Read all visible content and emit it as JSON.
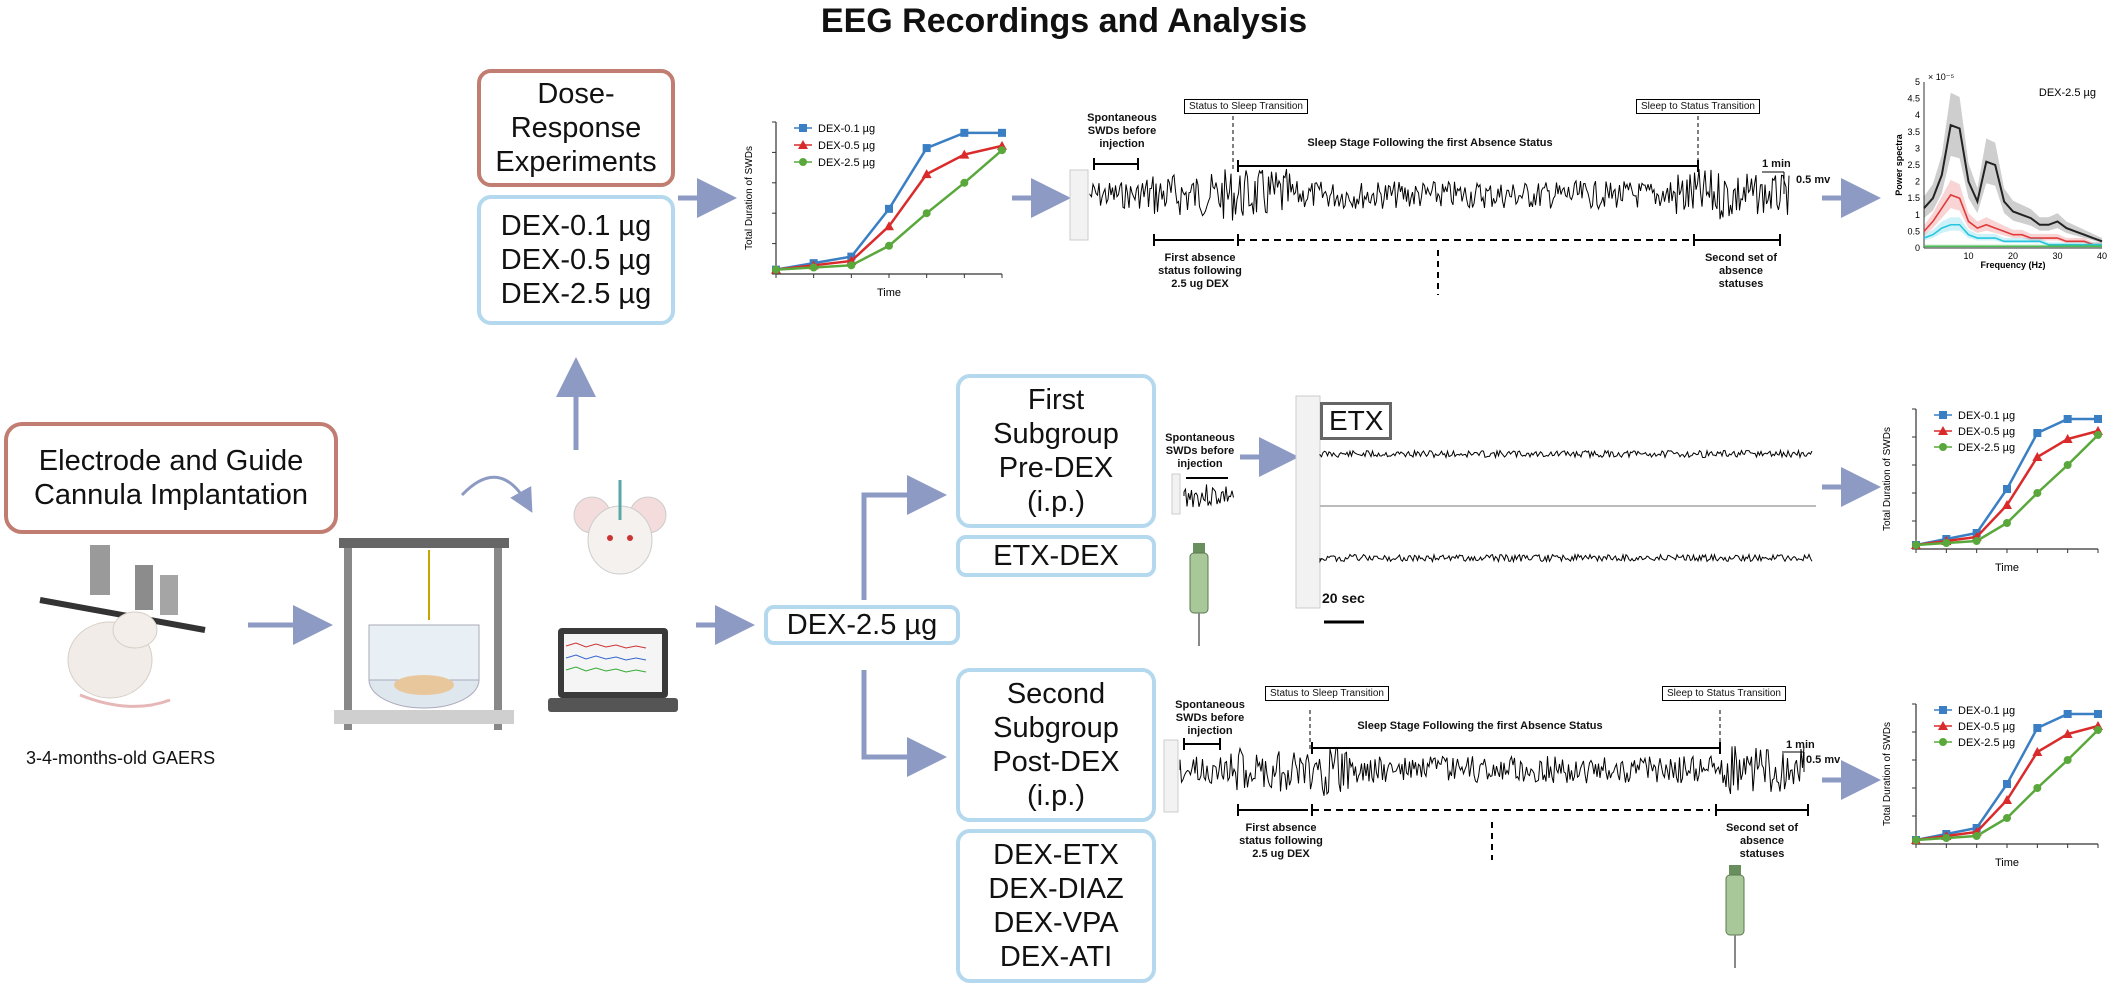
{
  "title": "EEG Recordings and Analysis",
  "colors": {
    "arrow": "#8d9bc4",
    "red_box": "#c27d73",
    "blue_box": "#b4d8ee",
    "series": [
      "#3a7fc4",
      "#d92b2b",
      "#5aa83c"
    ]
  },
  "left": {
    "implant_box": "Electrode and Guide Cannula Implantation",
    "animal_label": "3-4-months-old GAERS"
  },
  "dose_response": {
    "title_box": "Dose-Response Experiments",
    "doses": [
      "DEX-0.1 µg",
      "DEX-0.5 µg",
      "DEX-2.5 µg"
    ]
  },
  "center_box": "DEX-2.5 µg",
  "first_subgroup": {
    "box": "First Subgroup Pre-DEX (i.p.)",
    "sub": "ETX-DEX"
  },
  "second_subgroup": {
    "box": "Second Subgroup Post-DEX (i.p.)",
    "subs": [
      "DEX-ETX",
      "DEX-DIAZ",
      "DEX-VPA",
      "DEX-ATI"
    ]
  },
  "eeg_top": {
    "spont": "Spontaneous SWDs before injection",
    "status_sleep": "Status to Sleep Transition",
    "sleep_status": "Sleep to Status Transition",
    "sleep_stage": "Sleep Stage Following the first Absence Status",
    "scale_time": "1 min",
    "scale_volt": "0.5 mv",
    "first_absence": "First absence status following 2.5 ug DEX",
    "second_set": "Second set of absence statuses"
  },
  "eeg_mid": {
    "spont": "Spontaneous SWDs before injection",
    "etx": "ETX",
    "scale": "20 sec"
  },
  "eeg_bottom": {
    "spont": "Spontaneous SWDs before injection",
    "status_sleep": "Status to Sleep Transition",
    "sleep_status": "Sleep to Status Transition",
    "sleep_stage": "Sleep Stage Following the first Absence Status",
    "scale_time": "1 min",
    "scale_volt": "0.5 mv",
    "first_absence": "First absence status following 2.5 ug DEX",
    "second_set": "Second set of absence statuses"
  },
  "chart_data": [
    {
      "type": "line",
      "ylabel": "Total Duration of SWDs",
      "xlabel": "Time",
      "x": [
        1,
        2,
        3,
        4,
        5,
        6,
        7
      ],
      "series": [
        {
          "name": "DEX-0.1 µg",
          "values": [
            0.2,
            0.5,
            0.8,
            3.0,
            5.8,
            6.5,
            6.5
          ]
        },
        {
          "name": "DEX-0.5 µg",
          "values": [
            0.2,
            0.4,
            0.6,
            2.2,
            4.6,
            5.5,
            5.9
          ]
        },
        {
          "name": "DEX-2.5 µg",
          "values": [
            0.2,
            0.3,
            0.4,
            1.3,
            2.8,
            4.2,
            5.7
          ]
        }
      ],
      "ylim": [
        0,
        7
      ],
      "legend": "top-left"
    },
    {
      "type": "line",
      "ylabel": "Power spectra",
      "xlabel": "Frequency (Hz)",
      "title": "DEX-2.5 µg",
      "y_multiplier": "× 10⁻⁵",
      "xticks": [
        10,
        20,
        30,
        40
      ],
      "yticks": [
        "0",
        "0.5",
        "1",
        "1.5",
        "2",
        "2.5",
        "3",
        "3.5",
        "4",
        "4.5",
        "5"
      ],
      "x": [
        0,
        2,
        4,
        6,
        8,
        10,
        12,
        14,
        16,
        18,
        20,
        22,
        24,
        26,
        28,
        30,
        32,
        34,
        36,
        38,
        40
      ],
      "series": [
        {
          "color": "#222222",
          "values": [
            1.2,
            1.5,
            2.2,
            3.7,
            3.6,
            2.0,
            1.4,
            2.6,
            2.5,
            1.4,
            1.1,
            1.0,
            0.9,
            0.7,
            0.7,
            0.8,
            0.6,
            0.5,
            0.4,
            0.3,
            0.2
          ]
        },
        {
          "color": "#e03a3a",
          "values": [
            0.5,
            0.8,
            1.2,
            1.6,
            1.5,
            0.8,
            0.6,
            0.7,
            0.6,
            0.5,
            0.4,
            0.4,
            0.3,
            0.3,
            0.3,
            0.3,
            0.2,
            0.2,
            0.2,
            0.1,
            0.1
          ]
        },
        {
          "color": "#26c6e0",
          "values": [
            0.3,
            0.4,
            0.6,
            0.7,
            0.7,
            0.4,
            0.3,
            0.3,
            0.3,
            0.2,
            0.2,
            0.2,
            0.2,
            0.2,
            0.1,
            0.1,
            0.1,
            0.1,
            0.1,
            0.1,
            0.1
          ]
        },
        {
          "color": "#4cbb55",
          "values": [
            0.05,
            0.05,
            0.05,
            0.05,
            0.05,
            0.05,
            0.05,
            0.05,
            0.05,
            0.05,
            0.05,
            0.05,
            0.05,
            0.05,
            0.05,
            0.05,
            0.05,
            0.05,
            0.05,
            0.05,
            0.05
          ]
        }
      ],
      "xlim": [
        0,
        40
      ],
      "ylim": [
        0,
        5
      ]
    },
    {
      "type": "line",
      "ylabel": "Total Duration of SWDs",
      "xlabel": "Time",
      "x": [
        1,
        2,
        3,
        4,
        5,
        6,
        7
      ],
      "series": [
        {
          "name": "DEX-0.1 µg",
          "values": [
            0.2,
            0.5,
            0.8,
            3.0,
            5.8,
            6.5,
            6.5
          ]
        },
        {
          "name": "DEX-0.5 µg",
          "values": [
            0.2,
            0.4,
            0.6,
            2.2,
            4.6,
            5.5,
            5.9
          ]
        },
        {
          "name": "DEX-2.5 µg",
          "values": [
            0.2,
            0.3,
            0.4,
            1.3,
            2.8,
            4.2,
            5.7
          ]
        }
      ],
      "ylim": [
        0,
        7
      ],
      "legend": "top-left"
    },
    {
      "type": "line",
      "ylabel": "Total Duration of SWDs",
      "xlabel": "Time",
      "x": [
        1,
        2,
        3,
        4,
        5,
        6,
        7
      ],
      "series": [
        {
          "name": "DEX-0.1 µg",
          "values": [
            0.2,
            0.5,
            0.8,
            3.0,
            5.8,
            6.5,
            6.5
          ]
        },
        {
          "name": "DEX-0.5 µg",
          "values": [
            0.2,
            0.4,
            0.6,
            2.2,
            4.6,
            5.5,
            5.9
          ]
        },
        {
          "name": "DEX-2.5 µg",
          "values": [
            0.2,
            0.3,
            0.4,
            1.3,
            2.8,
            4.2,
            5.7
          ]
        }
      ],
      "ylim": [
        0,
        7
      ],
      "legend": "top-left"
    }
  ]
}
